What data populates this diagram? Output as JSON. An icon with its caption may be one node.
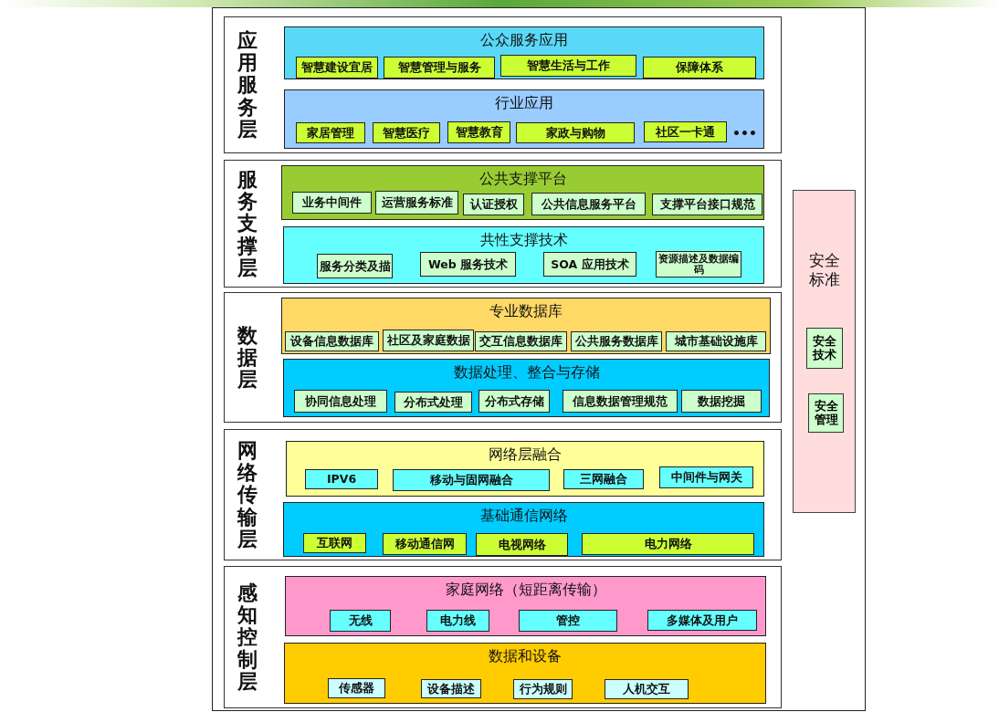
{
  "diagram": {
    "nodes": [
      {
        "text": [
          "应用服务层"
        ]
      },
      {
        "text": [
          "公众服务应用"
        ],
        "in": 0
      },
      {
        "text": [
          "智慧建设宜居"
        ],
        "in": 1
      },
      {
        "text": [
          "智慧管理与服务"
        ],
        "in": 1
      },
      {
        "text": [
          "智慧生活与工作"
        ],
        "in": 1
      },
      {
        "text": [
          "保障体系"
        ],
        "in": 1
      },
      {
        "text": [
          "行业应用"
        ],
        "in": 0
      },
      {
        "text": [
          "家居管理"
        ],
        "in": 6
      },
      {
        "text": [
          "智慧医疗"
        ],
        "in": 6
      },
      {
        "text": [
          "智慧教育"
        ],
        "in": 6
      },
      {
        "text": [
          "家政与购物"
        ],
        "in": 6
      },
      {
        "text": [
          "社区一卡通"
        ],
        "in": 6
      },
      {
        "text": [
          "服务支撑层"
        ]
      },
      {
        "text": [
          "公共支撑平台"
        ],
        "in": 12
      },
      {
        "text": [
          "业务中间件"
        ],
        "in": 13
      },
      {
        "text": [
          "运营服务标准"
        ],
        "in": 13
      },
      {
        "text": [
          "认证授权"
        ],
        "in": 13
      },
      {
        "text": [
          "公共信息服务平台"
        ],
        "in": 13
      },
      {
        "text": [
          "支撑平台接口规范"
        ],
        "in": 13
      },
      {
        "text": [
          "共性支撑技术"
        ],
        "in": 12
      },
      {
        "text": [
          "服务分类及描"
        ],
        "in": 19
      },
      {
        "text": [
          "Web 服务技术"
        ],
        "in": 19
      },
      {
        "text": [
          "SOA 应用技术"
        ],
        "in": 19
      },
      {
        "text": [
          "资源描述及数据编码"
        ],
        "in": 19
      },
      {
        "text": [
          "数据层"
        ]
      },
      {
        "text": [
          "专业数据库"
        ],
        "in": 24
      },
      {
        "text": [
          "设备信息数据库"
        ],
        "in": 25
      },
      {
        "text": [
          "社区及家庭数据"
        ],
        "in": 25
      },
      {
        "text": [
          "交互信息数据库"
        ],
        "in": 25
      },
      {
        "text": [
          "公共服务数据库"
        ],
        "in": 25
      },
      {
        "text": [
          "城市基础设施库"
        ],
        "in": 25
      },
      {
        "text": [
          "数据处理、整合与存储"
        ],
        "in": 24
      },
      {
        "text": [
          "协同信息处理"
        ],
        "in": 31
      },
      {
        "text": [
          "分布式处理"
        ],
        "in": 31
      },
      {
        "text": [
          "分布式存储"
        ],
        "in": 31
      },
      {
        "text": [
          "信息数据管理规范"
        ],
        "in": 31
      },
      {
        "text": [
          "数据挖掘"
        ],
        "in": 31
      },
      {
        "text": [
          "网络传输层"
        ]
      },
      {
        "text": [
          "网络层融合"
        ],
        "in": 37
      },
      {
        "text": [
          "IPV6"
        ],
        "in": 38
      },
      {
        "text": [
          "移动与固网融合"
        ],
        "in": 38
      },
      {
        "text": [
          "三网融合"
        ],
        "in": 38
      },
      {
        "text": [
          "中间件与网关"
        ],
        "in": 38
      },
      {
        "text": [
          "基础通信网络"
        ],
        "in": 37
      },
      {
        "text": [
          "互联网"
        ],
        "in": 43
      },
      {
        "text": [
          "移动通信网"
        ],
        "in": 43
      },
      {
        "text": [
          "电视网络"
        ],
        "in": 43
      },
      {
        "text": [
          "电力网络"
        ],
        "in": 43
      },
      {
        "text": [
          "感知控制层"
        ]
      },
      {
        "text": [
          "家庭网络（短距离传输）"
        ],
        "in": 48
      },
      {
        "text": [
          "无线"
        ],
        "in": 49
      },
      {
        "text": [
          "电力线"
        ],
        "in": 49
      },
      {
        "text": [
          "管控"
        ],
        "in": 49
      },
      {
        "text": [
          "多媒体及用户"
        ],
        "in": 49
      },
      {
        "text": [
          "数据和设备"
        ],
        "in": 48
      },
      {
        "text": [
          "传感器"
        ],
        "in": 54
      },
      {
        "text": [
          "设备描述"
        ],
        "in": 54
      },
      {
        "text": [
          "行为规则"
        ],
        "in": 54
      },
      {
        "text": [
          "人机交互"
        ],
        "in": 54
      },
      {
        "text": [
          "安全标准"
        ]
      },
      {
        "text": [
          "安全技术"
        ],
        "in": 59
      },
      {
        "text": [
          "安全管理"
        ],
        "in": 59
      }
    ],
    "labels": [
      "•••"
    ]
  }
}
